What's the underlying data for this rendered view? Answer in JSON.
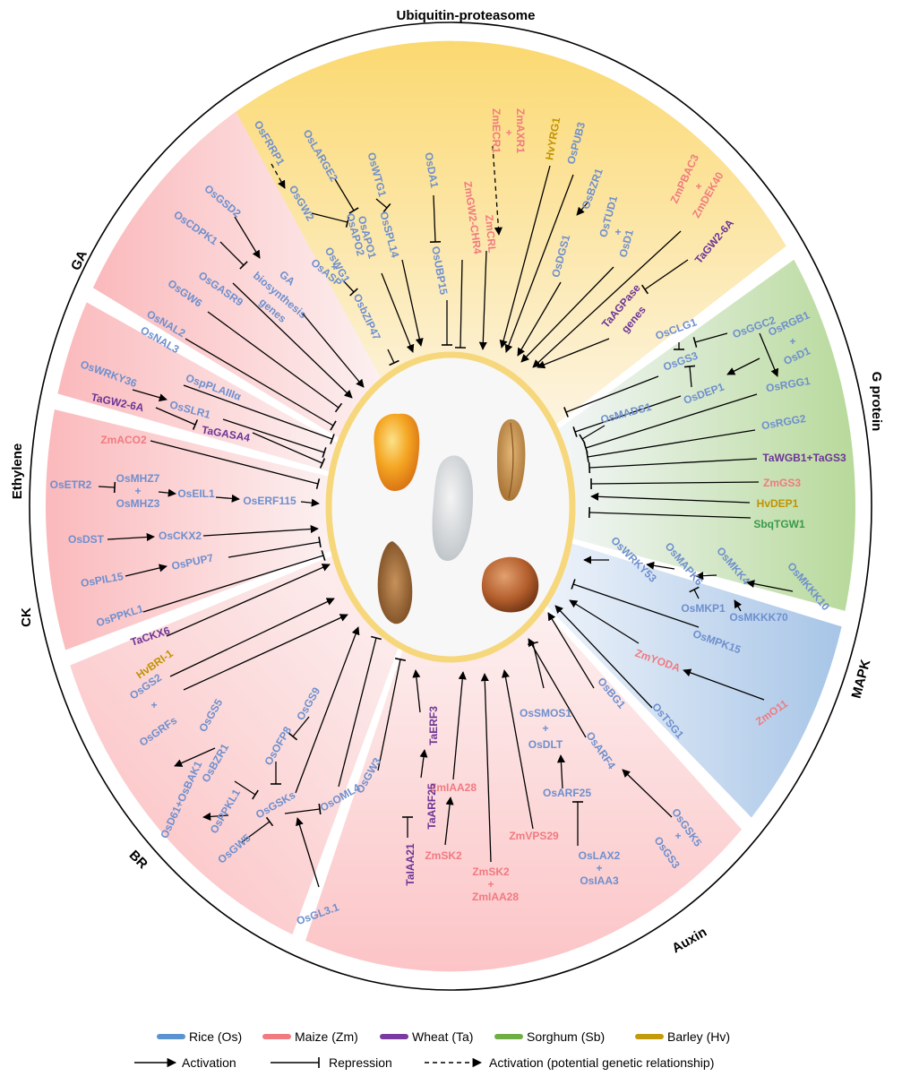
{
  "colors": {
    "rice": "#6e8fce",
    "maize": "#f07a80",
    "wheat": "#6d3596",
    "sorghum": "#3a9a4a",
    "barley": "#c09300",
    "rice_key": "#5b93d1",
    "maize_key": "#f07a80",
    "wheat_key": "#7a3aa0",
    "sorghum_key": "#6fae45",
    "barley_key": "#c39a0a"
  },
  "pathways": {
    "ubiquitin": "Ubiquitin-proteasome",
    "gprotein": "G protein",
    "mapk": "MAPK",
    "auxin": "Auxin",
    "br": "BR",
    "ck": "CK",
    "ethylene": "Ethylene",
    "ga": "GA"
  },
  "legend": {
    "rice": "Rice (Os)",
    "maize": "Maize (Zm)",
    "wheat": "Wheat (Ta)",
    "sorghum": "Sorghum (Sb)",
    "barley": "Barley (Hv)",
    "activation": "Activation",
    "repression": "Repression",
    "potential": "Activation (potential genetic relationship)"
  },
  "genes": {
    "ub": {
      "osfrrp1": "OsFRRP1",
      "oslarge2": "OsLARGE2",
      "oswtg1": "OsWTG1",
      "osda1": "OsDA1",
      "zmecr1": "ZmECR1",
      "plus1": "+",
      "zmaxr1": "ZmAXR1",
      "hvyrg1": "HvYRG1",
      "ospub3": "OsPUB3",
      "osgw2": "OsGW2",
      "osapo1": "OsAPO1",
      "osspl14": "OsSPL14",
      "osubp15": "OsUBP15",
      "zmgw2chr4": "ZmGW2-CHR4",
      "zmcrl": "ZmCRL",
      "osdgs1": "OsDGS1",
      "osbzr1": "OsBZR1",
      "ostud1": "OsTUD1",
      "plus2": "+",
      "osd1": "OsD1",
      "osapo2": "OsAPO2",
      "oswg1": "OsWG1",
      "plus3": "+",
      "osasp": "OsASP",
      "osbzip47": "OsbZIP47",
      "zmpbac3": "ZmPBAC3",
      "plus4": "+",
      "zmdek40": "ZmDEK40",
      "tagw26a": "TaGW2-6A",
      "taagpase": "TaAGPase",
      "taagpase2": "genes"
    },
    "gp": {
      "osclg1": "OsCLG1",
      "osggc2": "OsGGC2",
      "osrgb1": "OsRGB1",
      "plus": "+",
      "osd1": "OsD1",
      "osgs3": "OsGS3",
      "osdep1": "OsDEP1",
      "osrgg1": "OsRGG1",
      "osmads1": "OsMADS1",
      "osrgg2": "OsRGG2",
      "tawgb1": "TaWGB1+TaGS3",
      "zmgs3": "ZmGS3",
      "hvdep1": "HvDEP1",
      "sbqtgw1": "SbqTGW1"
    },
    "mapk": {
      "oswrky53": "OsWRKY53",
      "osmapk6": "OsMAPK6",
      "osmkk4": "OsMKK4",
      "osmkkk10": "OsMKKK10",
      "osmkp1": "OsMKP1",
      "osmkkk70": "OsMKKK70",
      "osmpk15": "OsMPK15",
      "zmyoda": "ZmYODA",
      "zmo11": "ZmO11"
    },
    "aux": {
      "osbg1": "OsBG1",
      "ostsg1": "OsTSG1",
      "ossmos1": "OsSMOS1",
      "plus1": "+",
      "osdlt": "OsDLT",
      "osarf4": "OsARF4",
      "osarf25": "OsARF25",
      "osgsk5": "OsGSK5",
      "plus2": "+",
      "osgs3": "OsGS3",
      "oslax2": "OsLAX2",
      "plus3": "+",
      "osiaa3": "OsIAA3",
      "zmiaa28": "ZmIAA28",
      "zmsk2": "ZmSK2",
      "zmvps29": "ZmVPS29",
      "zmsk2b": "ZmSK2",
      "plus4": "+",
      "zmiaa28b": "ZmIAA28",
      "taerf3": "TaERF3",
      "taarf25": "TaARF25",
      "taiaa21": "TaIAA21"
    },
    "br": {
      "hvbri1": "HvBRI-1",
      "osgs2": "OsGS2",
      "plus1": "+",
      "osgrfs": "OsGRFs",
      "osgs5": "OsGS5",
      "osgs9": "OsGS9",
      "osbzr1": "OsBZR1",
      "osofp8": "OsOFP8",
      "osd61": "OsD61+OsBAK1",
      "osppkl1": "OsPPKL1",
      "osgsks": "OsGSKs",
      "osoml4": "OsOML4",
      "osgw3": "OsGW3",
      "osgw5": "OsGW5",
      "osgl31": "OsGL3.1"
    },
    "ck": {
      "osdst": "OsDST",
      "osckx2": "OsCKX2",
      "ospil15": "OsPIL15",
      "ospup7": "OsPUP7",
      "osppkl1": "OsPPKL1",
      "tackx6": "TaCKX6"
    },
    "eth": {
      "zmaco2": "ZmACO2",
      "osetr2": "OsETR2",
      "osmhz7": "OsMHZ7",
      "plus": "+",
      "osmhz3": "OsMHZ3",
      "oseil1": "OsEIL1",
      "oserf115": "OsERF115"
    },
    "ga": {
      "osgsd2": "OsGSD2",
      "oscdpk1": "OsCDPK1",
      "ga1": "GA",
      "ga2": "biosynthesis",
      "ga3": "genes",
      "osgasr9": "OsGASR9",
      "osgw6": "OsGW6",
      "osnal2": "OsNAL2",
      "osnal3": "OsNAL3",
      "oswrky36": "OsWRKY36",
      "ospla": "OspPLAIIIα",
      "tagw26a": "TaGW2-6A",
      "osslr1": "OsSLR1",
      "tagasa4": "TaGASA4"
    }
  }
}
